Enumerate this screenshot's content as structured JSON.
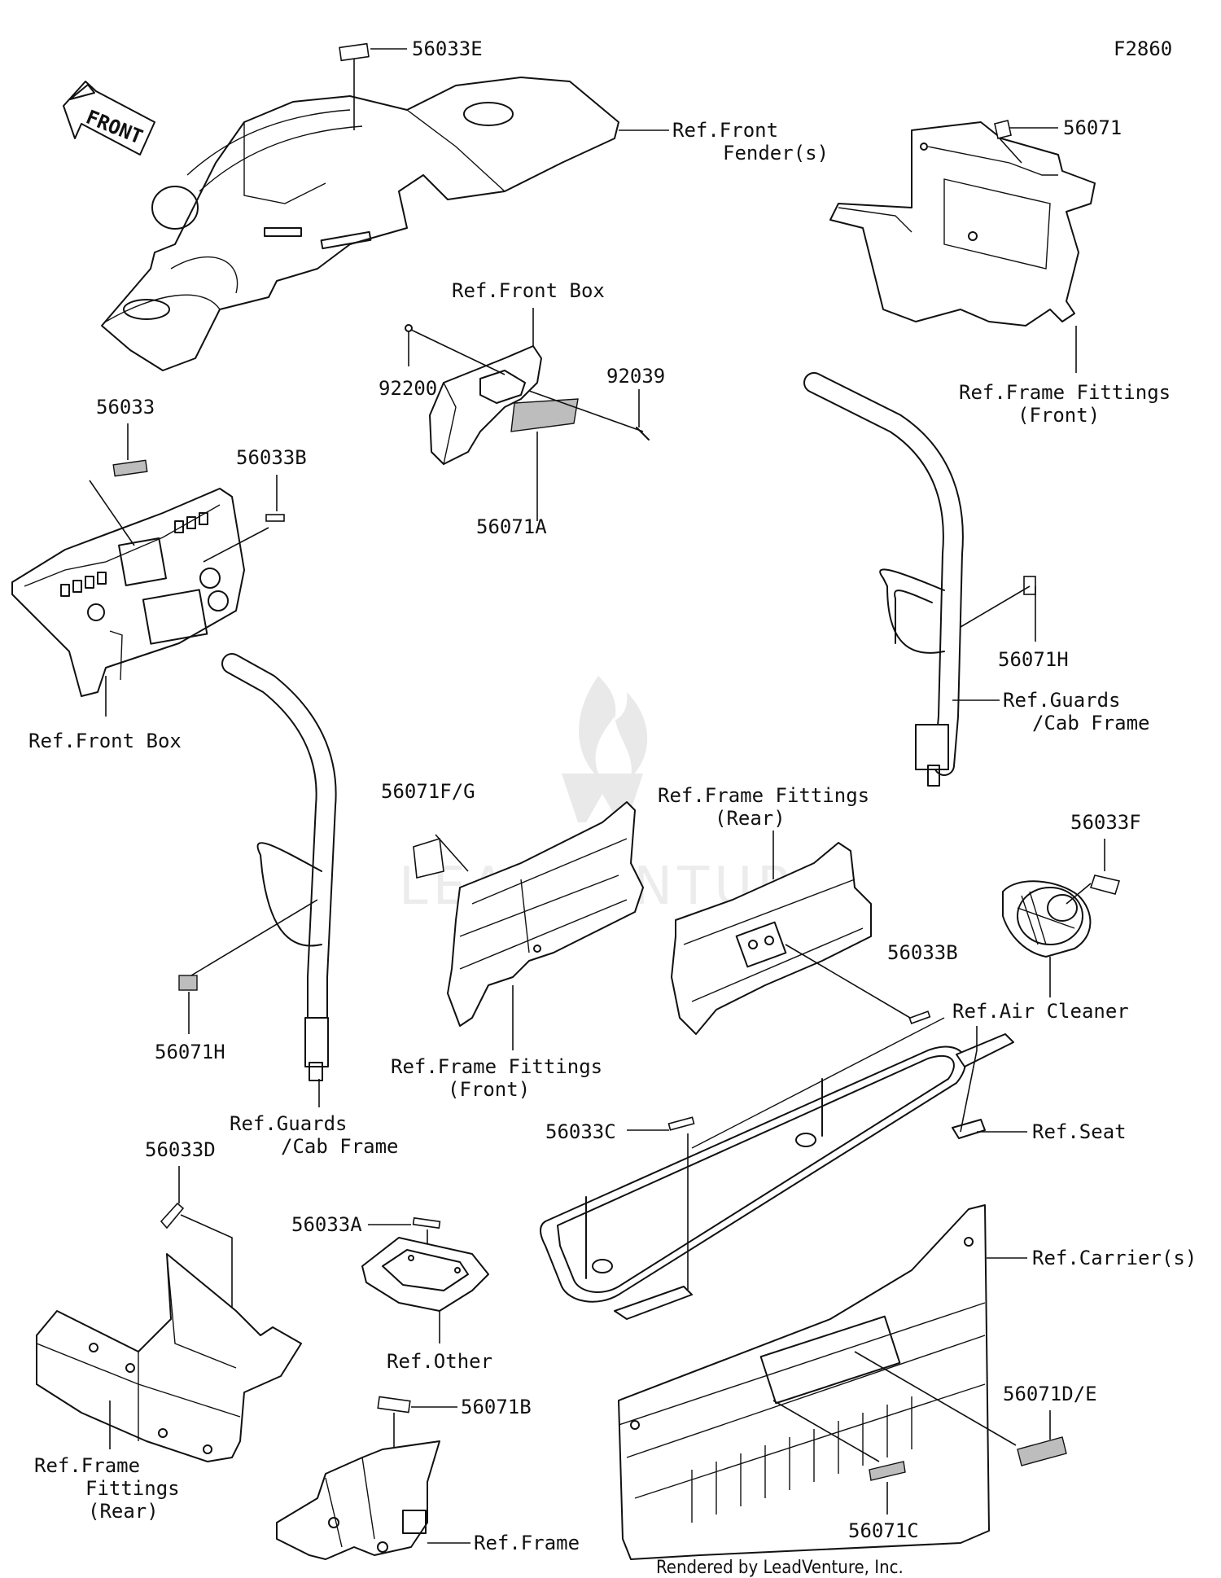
{
  "figure_id": "F2860",
  "watermark": "LEADVENTURE",
  "footer": "Rendered by LeadVenture, Inc.",
  "front_arrow_label": "FRONT",
  "labels": {
    "p56033E": "56033E",
    "ref_front_fender_1": "Ref.Front",
    "ref_front_fender_2": "Fender(s)",
    "p56071": "56071",
    "ref_frame_fittings_front_1": "Ref.Frame Fittings",
    "ref_frame_fittings_front_2": "(Front)",
    "ref_front_box_top": "Ref.Front Box",
    "p92200": "92200",
    "p92039": "92039",
    "p56071A": "56071A",
    "p56033": "56033",
    "p56033B_top": "56033B",
    "ref_front_box_left": "Ref.Front Box",
    "p56071H_right": "56071H",
    "ref_guards_right_1": "Ref.Guards",
    "ref_guards_right_2": "/Cab Frame",
    "p56071FG": "56071F/G",
    "ref_frame_fittings_rear_top_1": "Ref.Frame Fittings",
    "ref_frame_fittings_rear_top_2": "(Rear)",
    "p56033F": "56033F",
    "p56033B_mid": "56033B",
    "ref_air_cleaner": "Ref.Air Cleaner",
    "p56071H_left": "56071H",
    "ref_frame_fittings_front_mid_1": "Ref.Frame Fittings",
    "ref_frame_fittings_front_mid_2": "(Front)",
    "ref_guards_left_1": "Ref.Guards",
    "ref_guards_left_2": "/Cab Frame",
    "p56033C": "56033C",
    "ref_seat": "Ref.Seat",
    "p56033D": "56033D",
    "p56033A": "56033A",
    "ref_carriers": "Ref.Carrier(s)",
    "ref_other": "Ref.Other",
    "p56071DE": "56071D/E",
    "ref_frame_fittings_rear_bottom_1": "Ref.Frame",
    "ref_frame_fittings_rear_bottom_2": "Fittings",
    "ref_frame_fittings_rear_bottom_3": "(Rear)",
    "p56071B": "56071B",
    "ref_frame": "Ref.Frame",
    "p56071C": "56071C"
  }
}
